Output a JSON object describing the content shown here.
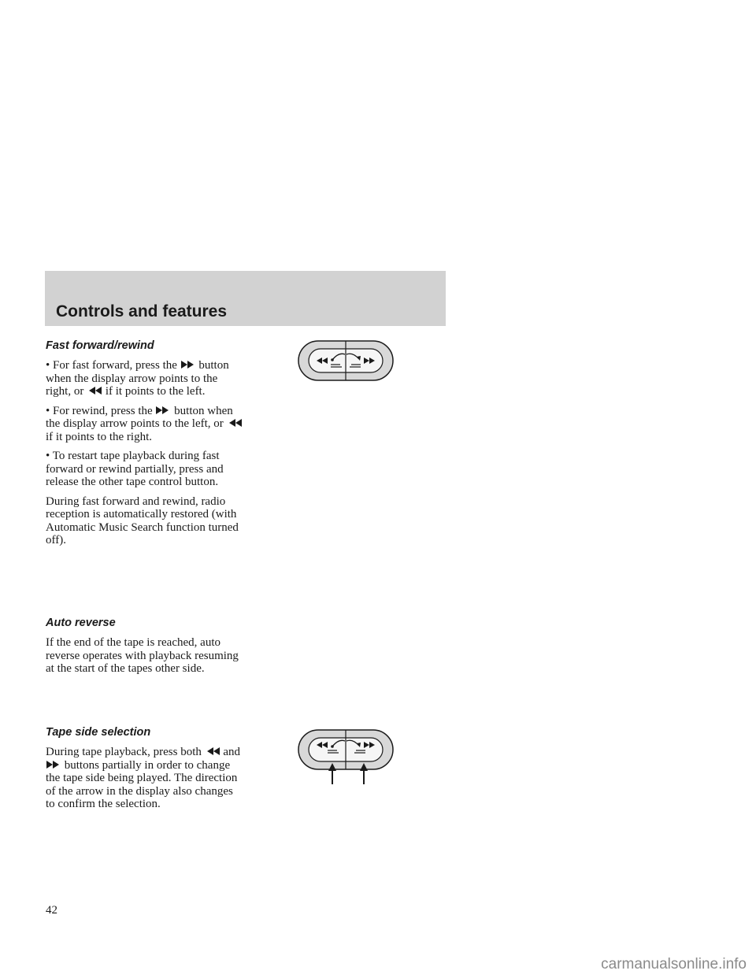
{
  "header": {
    "title": "Controls and features"
  },
  "fast": {
    "title": "Fast forward/rewind",
    "b1_pre": "For fast forward, press the",
    "b1_mid": "button when the display arrow points to the right, or",
    "b1_post": "if it points to the left.",
    "b2_pre": "For rewind, press the",
    "b2_mid": "button when the display arrow points to the left, or",
    "b2_post": "if it points to the right.",
    "b3": "To restart tape playback during fast forward or rewind partially, press and release the other tape control button.",
    "p4": "During fast forward and rewind, radio reception is automatically restored (with Automatic Music Search function turned off)."
  },
  "auto": {
    "title": "Auto reverse",
    "p1": "If the end of the tape is reached, auto reverse operates with playback resuming at the start of the tapes other side."
  },
  "side": {
    "title": "Tape side selection",
    "p_pre": "During tape playback, press both",
    "p_mid": "and",
    "p_post": "buttons partially in order to change the tape side being played. The direction of the arrow in the display also changes to confirm the selection."
  },
  "page_number": "42",
  "footer": "carmanualsonline.info",
  "bullet": "•",
  "icons": {
    "rewind": "rewind-icon",
    "fast_forward": "fast-forward-icon",
    "arrow": "up-arrow-icon"
  }
}
